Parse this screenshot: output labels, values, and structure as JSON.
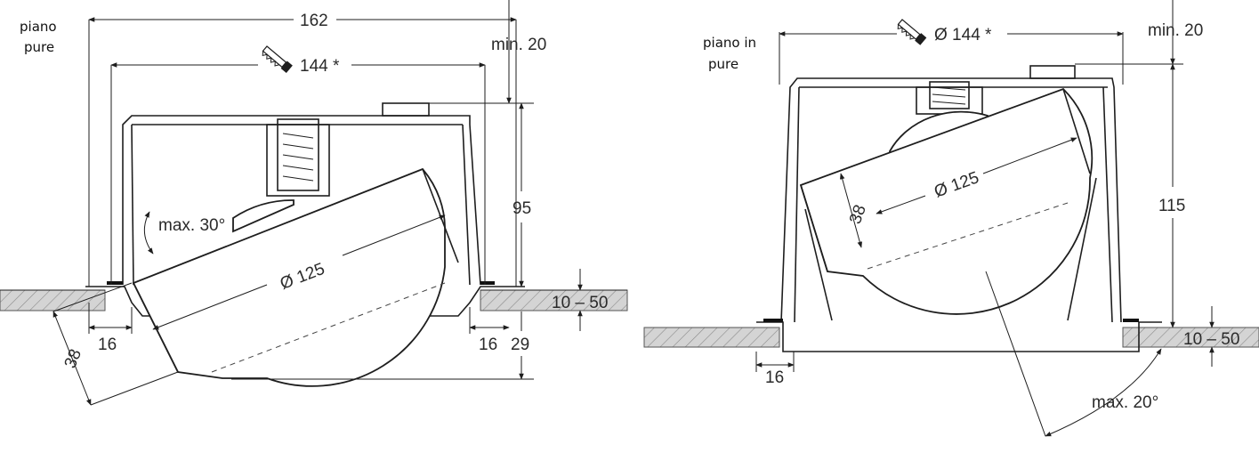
{
  "left": {
    "note_line1": "piano",
    "note_line2": "pure",
    "dims": {
      "width_outer": "162",
      "cutout": "144 *",
      "min_clearance": "min. 20",
      "height": "95",
      "ceiling_range": "10 – 50",
      "rim_left": "16",
      "rim_right": "16",
      "protrusion": "29",
      "lamp_depth": "38",
      "lamp_diameter": "Ø 125",
      "tilt": "max. 30°"
    }
  },
  "right": {
    "note_line1": "piano in",
    "note_line2": "pure",
    "dims": {
      "cutout": "Ø 144 *",
      "min_clearance": "min. 20",
      "height": "115",
      "ceiling_range": "10 – 50",
      "rim_left": "16",
      "lamp_depth": "38",
      "lamp_diameter": "Ø 125",
      "tilt": "max. 20°"
    }
  },
  "colors": {
    "line": "#1e1e1e",
    "hatch": "#8a8a8a",
    "ceiling": "#d4d4d4"
  },
  "icons": [
    "saw-icon",
    "saw-icon"
  ]
}
